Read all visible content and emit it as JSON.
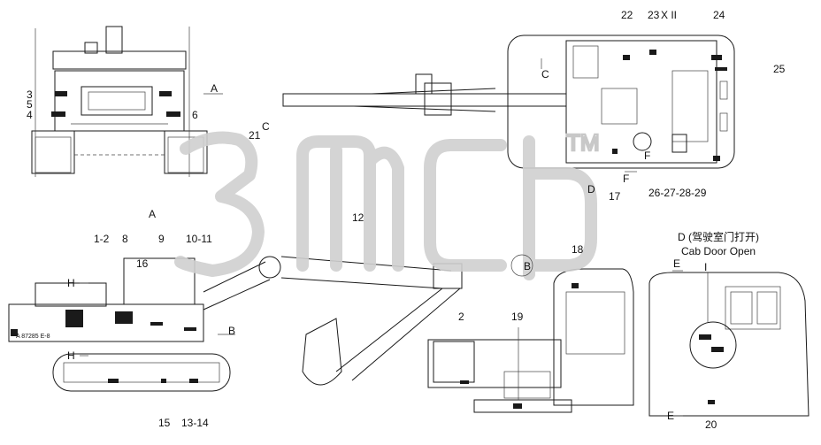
{
  "callouts": [
    {
      "id": "c1_2",
      "text": "1-2"
    },
    {
      "id": "c3",
      "text": "3"
    },
    {
      "id": "c4",
      "text": "4"
    },
    {
      "id": "c5",
      "text": "5"
    },
    {
      "id": "c6",
      "text": "6"
    },
    {
      "id": "c8",
      "text": "8"
    },
    {
      "id": "c9",
      "text": "9"
    },
    {
      "id": "c10_11",
      "text": "10-11"
    },
    {
      "id": "c12",
      "text": "12"
    },
    {
      "id": "c13_14",
      "text": "13-14"
    },
    {
      "id": "c15",
      "text": "15"
    },
    {
      "id": "c16",
      "text": "16"
    },
    {
      "id": "c17",
      "text": "17"
    },
    {
      "id": "c18",
      "text": "18"
    },
    {
      "id": "c19",
      "text": "19"
    },
    {
      "id": "c2",
      "text": "2"
    },
    {
      "id": "c20",
      "text": "20"
    },
    {
      "id": "c21",
      "text": "21"
    },
    {
      "id": "c22",
      "text": "22"
    },
    {
      "id": "c23",
      "text": "23"
    },
    {
      "id": "cXII",
      "text": "X II"
    },
    {
      "id": "c24",
      "text": "24"
    },
    {
      "id": "c25",
      "text": "25"
    },
    {
      "id": "c26_29",
      "text": "26-27-28-29"
    }
  ],
  "view_markers": [
    {
      "id": "A_top",
      "text": "A"
    },
    {
      "id": "A_side",
      "text": "A"
    },
    {
      "id": "B_side",
      "text": "B"
    },
    {
      "id": "B_circle",
      "text": "B"
    },
    {
      "id": "C_top",
      "text": "C"
    },
    {
      "id": "C_mid",
      "text": "C"
    },
    {
      "id": "D_mark",
      "text": "D"
    },
    {
      "id": "F_1",
      "text": "F"
    },
    {
      "id": "F_2",
      "text": "F"
    },
    {
      "id": "H_1",
      "text": "H"
    },
    {
      "id": "H_2",
      "text": "H"
    },
    {
      "id": "E_1",
      "text": "E"
    },
    {
      "id": "E_2",
      "text": "E"
    },
    {
      "id": "I_mark",
      "text": "I"
    }
  ],
  "view_d_title": "D (驾驶室门打开)",
  "view_d_subtitle": "Cab Door Open",
  "watermark_tm": "TM",
  "plate_text": "A 87285 E-8",
  "colors": {
    "line": "#1a1a1a",
    "watermark": "#cfcfcf",
    "background": "#ffffff"
  }
}
